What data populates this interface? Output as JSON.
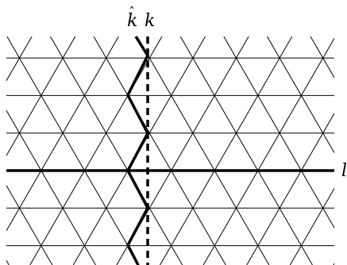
{
  "labels": {
    "k_hat_letter": "k",
    "k_hat_accent": "ˆ",
    "k": "k",
    "l": "l"
  },
  "lattice": {
    "type": "triangular",
    "line_color": "#000000"
  }
}
